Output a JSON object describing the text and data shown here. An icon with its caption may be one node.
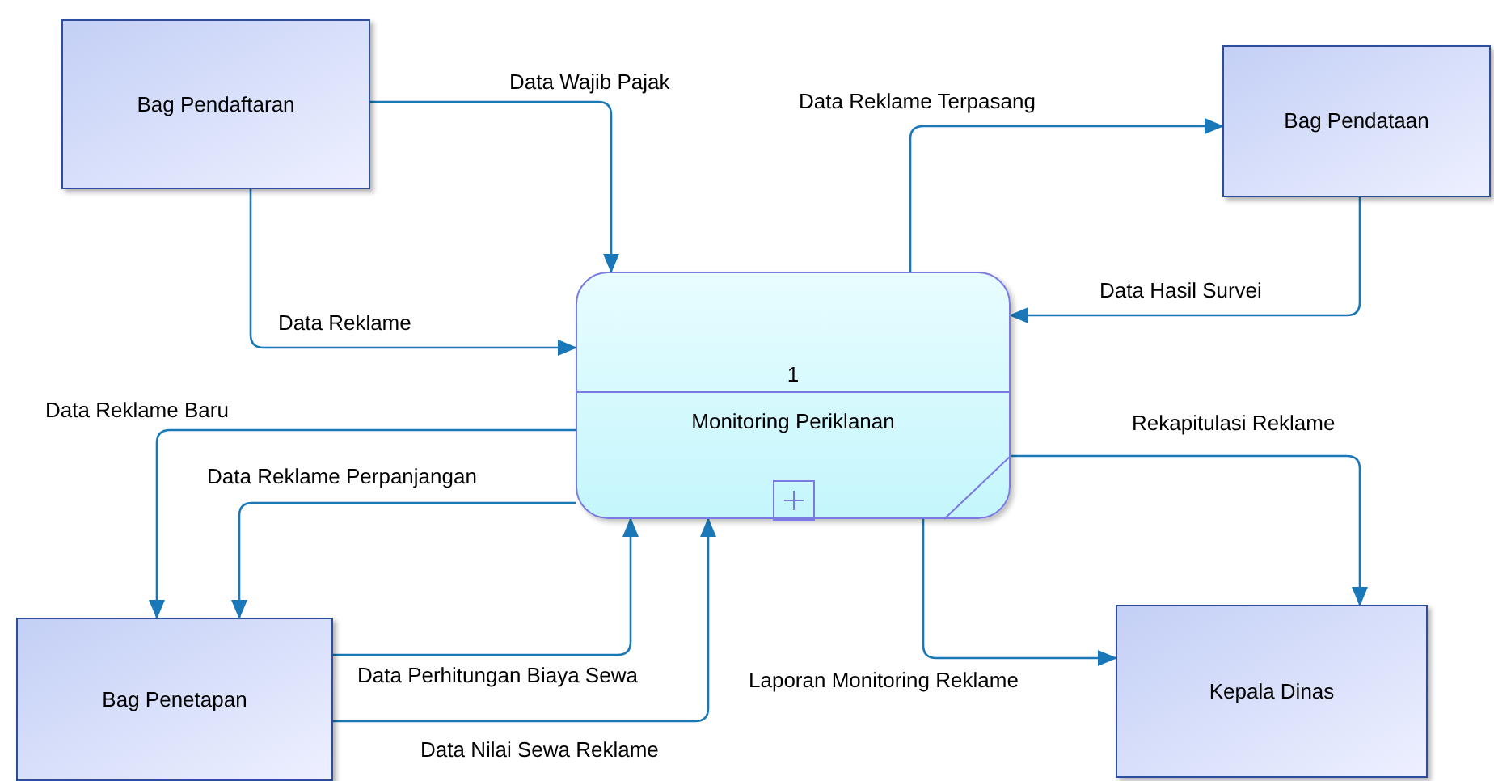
{
  "diagram": {
    "nodes": [
      {
        "text": [
          "Bag Pendaftaran"
        ]
      },
      {
        "text": [
          "1",
          "Monitoring Periklanan"
        ]
      },
      {
        "text": [
          "Bag Pendataan"
        ]
      },
      {
        "text": [
          "Bag Penetapan"
        ]
      },
      {
        "text": [
          "Kepala Dinas"
        ]
      }
    ],
    "edges": [
      {
        "from": 0,
        "to": 1,
        "arrow": "to",
        "label": "Data Wajib Pajak"
      },
      {
        "from": 0,
        "to": 1,
        "arrow": "to",
        "label": "Data Reklame"
      },
      {
        "from": 1,
        "to": 2,
        "arrow": "to",
        "label": "Data Reklame Terpasang"
      },
      {
        "from": 2,
        "to": 1,
        "arrow": "to",
        "label": "Data Hasil Survei"
      },
      {
        "from": 1,
        "to": 3,
        "arrow": "to",
        "label": "Data Reklame Baru"
      },
      {
        "from": 1,
        "to": 3,
        "arrow": "to",
        "label": "Data Reklame Perpanjangan"
      },
      {
        "from": 3,
        "to": 1,
        "arrow": "to",
        "label": "Data Perhitungan Biaya Sewa"
      },
      {
        "from": 3,
        "to": 1,
        "arrow": "to",
        "label": "Data Nilai Sewa Reklame"
      },
      {
        "from": 1,
        "to": 4,
        "arrow": "to",
        "label": "Rekapitulasi Reklame"
      },
      {
        "from": 1,
        "to": 4,
        "arrow": "to",
        "label": "Laporan Monitoring Reklame"
      }
    ]
  }
}
